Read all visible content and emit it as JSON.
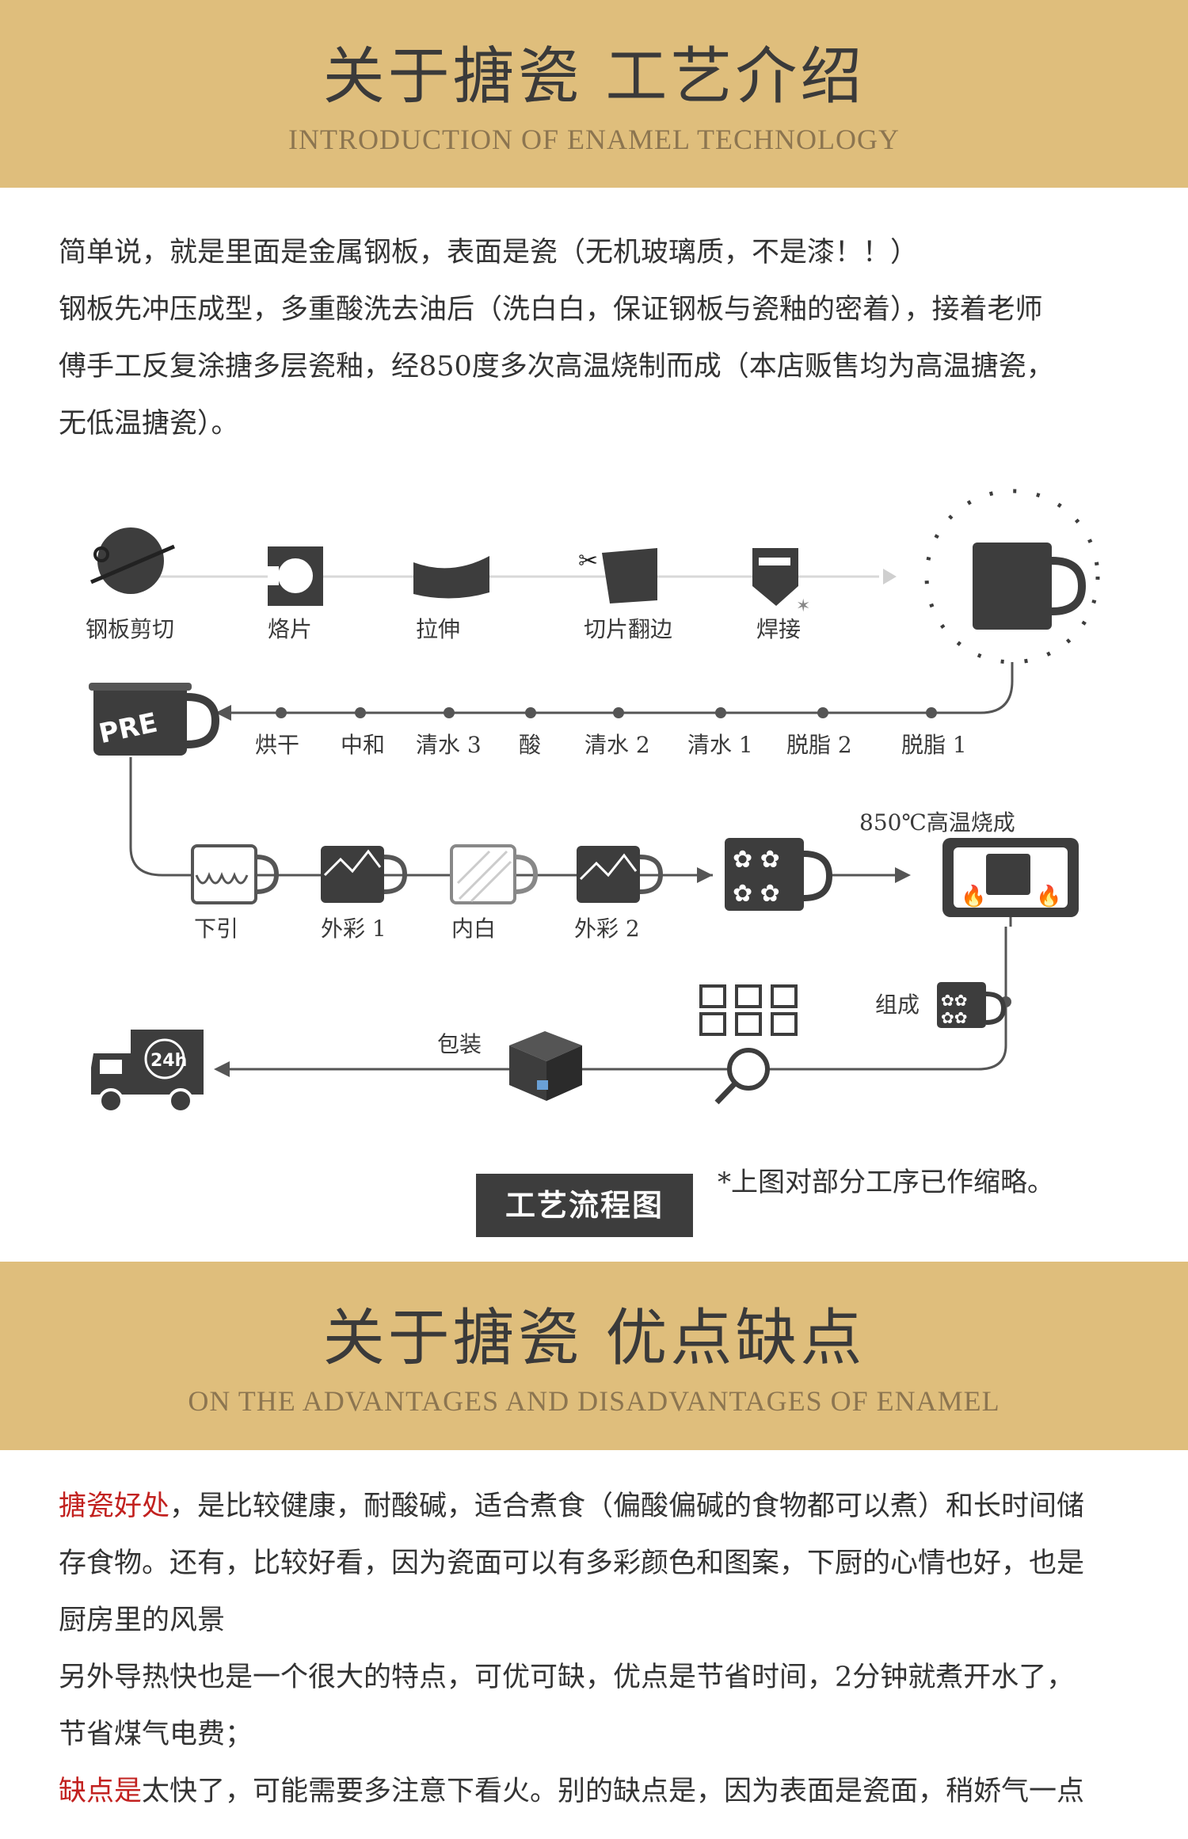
{
  "section1": {
    "title": "关于搪瓷  工艺介绍",
    "subtitle": "INTRODUCTION OF ENAMEL TECHNOLOGY"
  },
  "intro": {
    "line1": "简单说，就是里面是金属钢板，表面是瓷（无机玻璃质，不是漆！！）",
    "line2": "钢板先冲压成型，多重酸洗去油后（洗白白，保证钢板与瓷釉的密着），接着老师",
    "line3": "傅手工反复涂搪多层瓷釉，经850度多次高温烧制而成（本店贩售均为高温搪瓷，",
    "line4": "无低温搪瓷）。"
  },
  "flow": {
    "row1": [
      "钢板剪切",
      "烙片",
      "拉伸",
      "切片翻边",
      "焊接"
    ],
    "row2": [
      "烘干",
      "中和",
      "清水 3",
      "酸",
      "清水 2",
      "清水 1",
      "脱脂 2",
      "脱脂 1"
    ],
    "row3": [
      "下引",
      "外彩 1",
      "内白",
      "外彩 2"
    ],
    "kiln_label": "850℃高温烧成",
    "assemble_label": "组成",
    "pack_label": "包装",
    "pre_text": "PRE",
    "truck_text": "24h",
    "chart_title": "工艺流程图",
    "note": "*上图对部分工序已作缩略。"
  },
  "section2": {
    "title": "关于搪瓷 优点缺点",
    "subtitle": "ON THE ADVANTAGES AND DISADVANTAGES OF ENAMEL"
  },
  "pros": {
    "pro_label": "搪瓷好处",
    "line1": "，是比较健康，耐酸碱，适合煮食（偏酸偏碱的食物都可以煮）和长时间储",
    "line2": "存食物。还有，比较好看，因为瓷面可以有多彩颜色和图案，下厨的心情也好，也是",
    "line3": "厨房里的风景",
    "line4": "另外导热快也是一个很大的特点，可优可缺，优点是节省时间，2分钟就煮开水了，",
    "line5": "节省煤气电费；",
    "con_label": "缺点是",
    "line6": "太快了，可能需要多注意下看火。别的缺点是，因为表面是瓷面，稍娇气一点"
  },
  "colors": {
    "band": "#dfbe7c",
    "dark": "#3d3d3d",
    "accent_red": "#c2211f"
  }
}
